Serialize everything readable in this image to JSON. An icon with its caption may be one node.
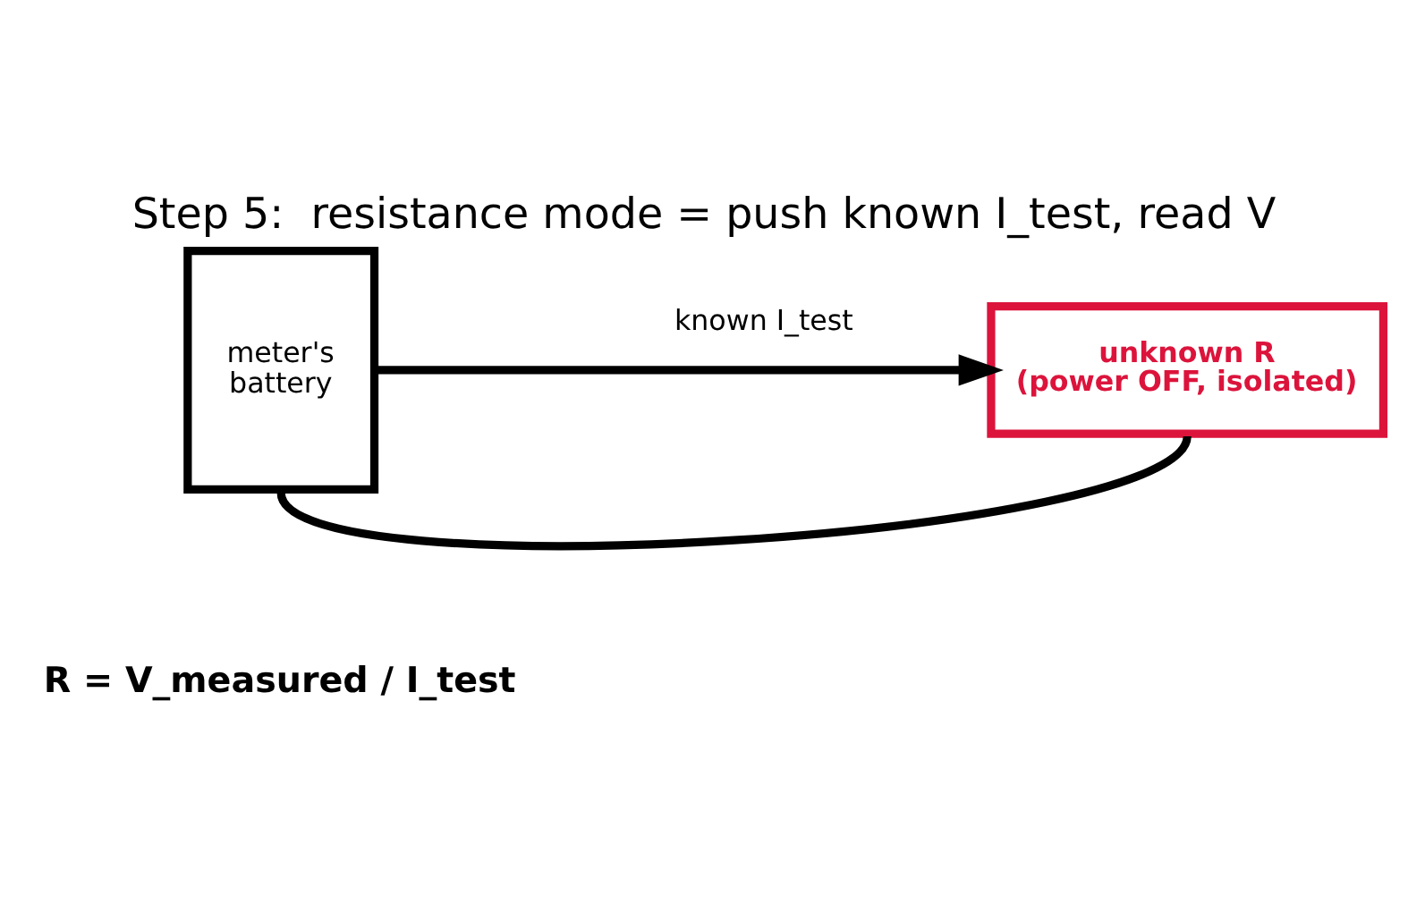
{
  "diagram": {
    "title": "Step 5:  resistance mode = push known I_test, read V",
    "nodes": [
      {
        "text": [
          "meter's battery"
        ]
      },
      {
        "text": [
          "unknown R (power OFF, isolated)"
        ]
      }
    ],
    "edges": [
      {
        "from": 0,
        "to": 1,
        "arrow": "to",
        "label": "known I_test"
      },
      {
        "from": 1,
        "to": 0,
        "arrow": "none"
      }
    ],
    "labels": [
      "R = V_measured / I_test"
    ]
  }
}
